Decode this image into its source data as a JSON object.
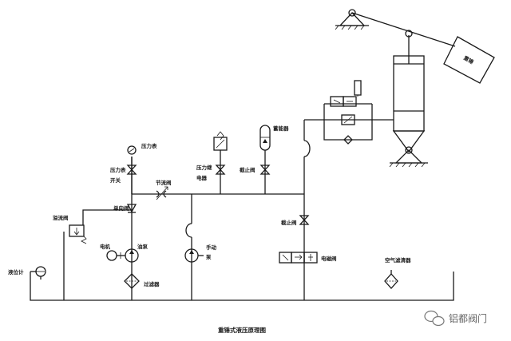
{
  "title": "重锤式液压原理图",
  "watermark": {
    "text": "铝都阀门"
  },
  "labels": {
    "counterweight": "重锤",
    "pressure_gauge": "压力表",
    "gauge_switch_1": "压力表",
    "gauge_switch_2": "开关",
    "throttle_valve": "节流阀",
    "pressure_relay_1": "压力继",
    "pressure_relay_2": "电器",
    "stop_valve_upper": "截止阀",
    "accumulator": "蓄能器",
    "check_valve": "单向阀",
    "relief_valve": "溢流阀",
    "motor": "电机",
    "oil_pump": "油泵",
    "filter": "过滤器",
    "hand_pump_1": "手动",
    "hand_pump_2": "泵",
    "stop_valve_lower": "截止阀",
    "solenoid_valve": "电磁阀",
    "air_filter": "空气滤清器",
    "level_gauge": "液位计"
  },
  "colors": {
    "line": "#1a1a1a",
    "background": "#ffffff"
  }
}
